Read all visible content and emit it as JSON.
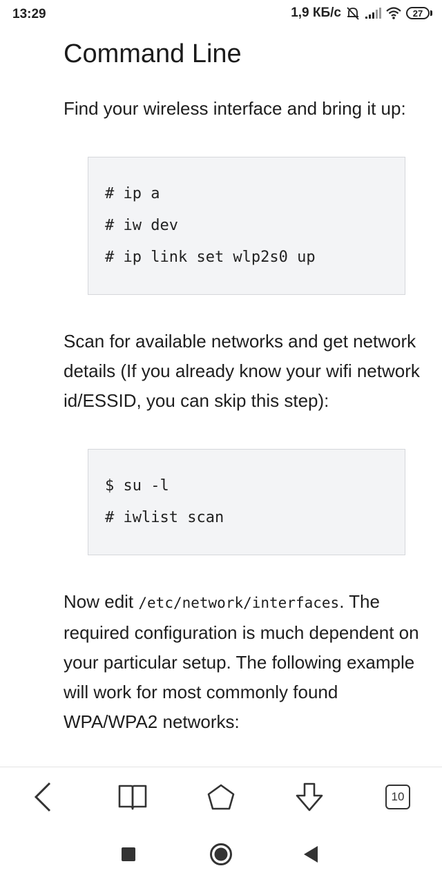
{
  "status_bar": {
    "time": "13:29",
    "net_speed": "1,9 КБ/с",
    "battery": "27"
  },
  "article": {
    "title": "Command Line",
    "para1": "Find your wireless interface and bring it up:",
    "code1": [
      "# ip a",
      "# iw dev",
      "# ip link set wlp2s0 up"
    ],
    "para2": "Scan for available networks and get network details (If you already know your wifi network id/ESSID, you can skip this step):",
    "code2": [
      "$ su -l",
      "# iwlist scan"
    ],
    "para3_start": "Now edit ",
    "para3_code": "/etc/network/interfaces",
    "para3_end": ". The required configuration is much dependent on your particular setup. The following example will work for most commonly found WPA/WPA2 networks:"
  },
  "browser_toolbar": {
    "tabs_count": "10",
    "icons": [
      "back-icon",
      "bookmarks-icon",
      "home-icon",
      "download-icon",
      "tabs-icon"
    ]
  },
  "system_nav": {
    "icons": [
      "recents-icon",
      "home-icon",
      "back-icon"
    ]
  },
  "colors": {
    "text": "#1e1e1e",
    "code_bg": "#f3f4f6",
    "code_border": "#d5d7db"
  }
}
